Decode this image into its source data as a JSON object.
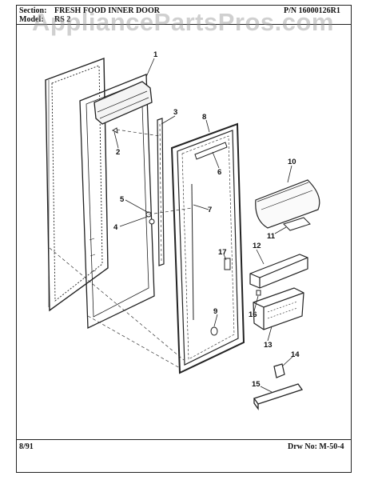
{
  "header": {
    "section_label": "Section:",
    "section_value": "FRESH FOOD INNER DOOR",
    "part_number": "P/N 16000126R1",
    "model_label": "Model:",
    "model_value": "RS 2"
  },
  "watermark": "AppliancePartsPros.com",
  "callouts": [
    "1",
    "2",
    "3",
    "4",
    "5",
    "6",
    "7",
    "8",
    "9",
    "10",
    "11",
    "12",
    "13",
    "14",
    "15",
    "16",
    "17"
  ],
  "footer": {
    "date": "8/91",
    "drawing_number": "Drw No: M-50-4"
  }
}
